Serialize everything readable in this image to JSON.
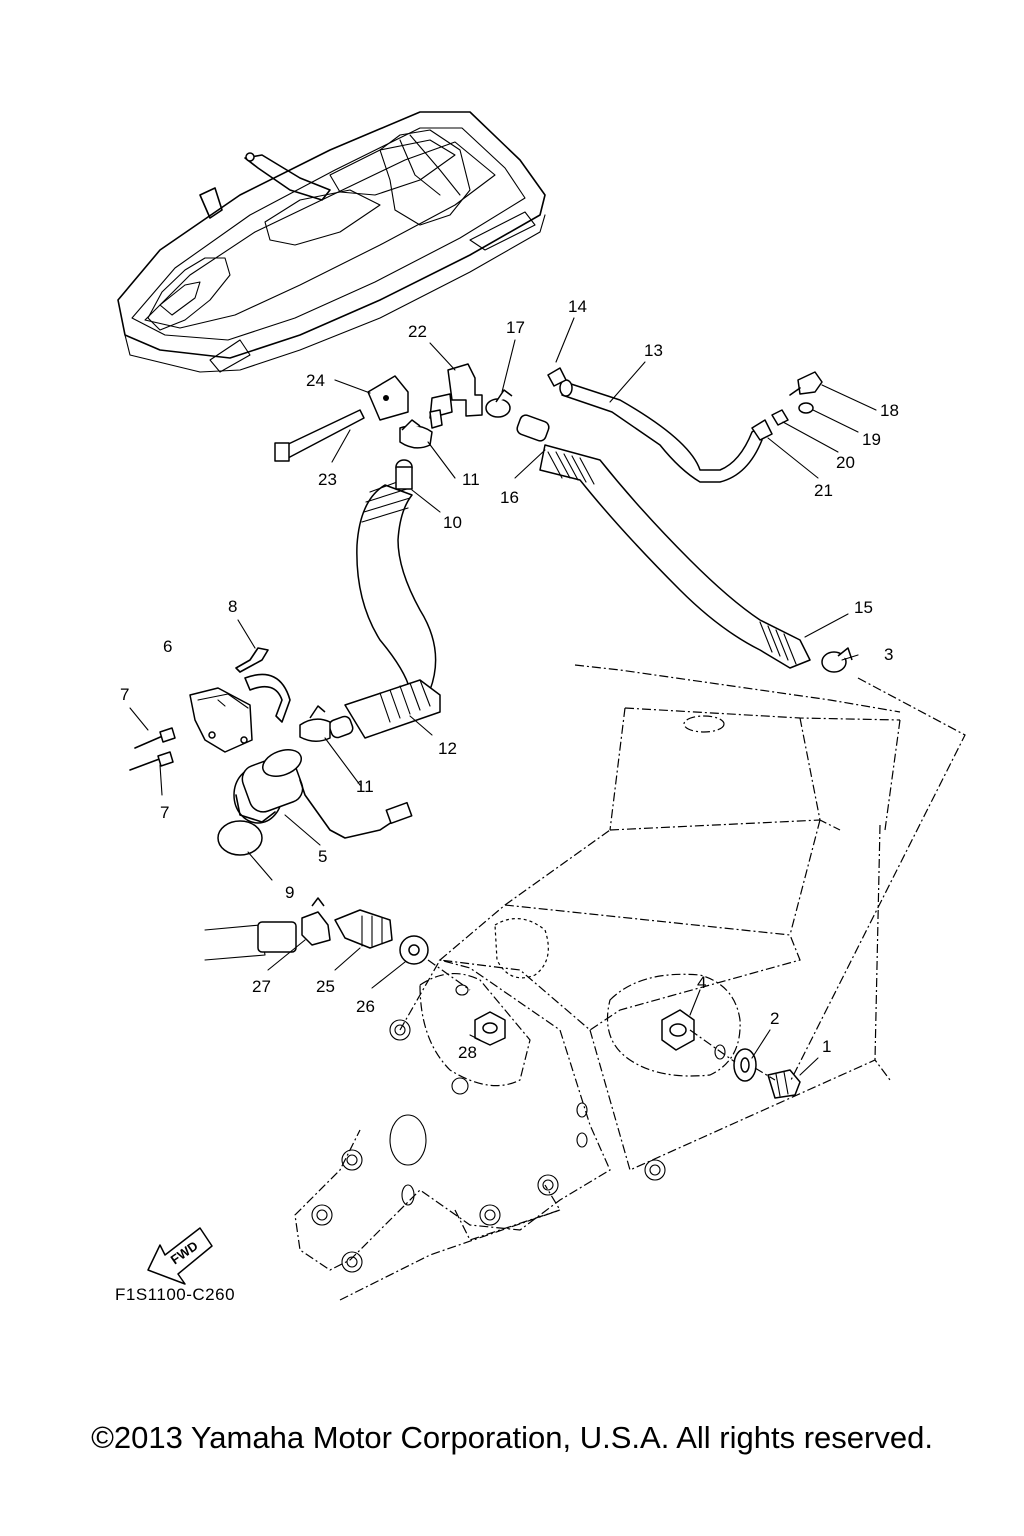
{
  "diagram": {
    "code": "F1S1100-C260",
    "fwd_label": "FWD",
    "callouts": [
      {
        "id": "p1",
        "label": "1"
      },
      {
        "id": "p2",
        "label": "2"
      },
      {
        "id": "p3",
        "label": "3"
      },
      {
        "id": "p4",
        "label": "4"
      },
      {
        "id": "p5",
        "label": "5"
      },
      {
        "id": "p6",
        "label": "6"
      },
      {
        "id": "p7a",
        "label": "7"
      },
      {
        "id": "p7b",
        "label": "7"
      },
      {
        "id": "p8",
        "label": "8"
      },
      {
        "id": "p9",
        "label": "9"
      },
      {
        "id": "p10",
        "label": "10"
      },
      {
        "id": "p11a",
        "label": "11"
      },
      {
        "id": "p11b",
        "label": "11"
      },
      {
        "id": "p12",
        "label": "12"
      },
      {
        "id": "p13",
        "label": "13"
      },
      {
        "id": "p14",
        "label": "14"
      },
      {
        "id": "p15",
        "label": "15"
      },
      {
        "id": "p16",
        "label": "16"
      },
      {
        "id": "p17",
        "label": "17"
      },
      {
        "id": "p18",
        "label": "18"
      },
      {
        "id": "p19",
        "label": "19"
      },
      {
        "id": "p20",
        "label": "20"
      },
      {
        "id": "p21",
        "label": "21"
      },
      {
        "id": "p22",
        "label": "22"
      },
      {
        "id": "p23",
        "label": "23"
      },
      {
        "id": "p24",
        "label": "24"
      },
      {
        "id": "p25",
        "label": "25"
      },
      {
        "id": "p26",
        "label": "26"
      },
      {
        "id": "p27",
        "label": "27"
      },
      {
        "id": "p28",
        "label": "28"
      }
    ]
  },
  "footer": {
    "copyright": "©2013 Yamaha Motor Corporation, U.S.A. All rights reserved."
  }
}
